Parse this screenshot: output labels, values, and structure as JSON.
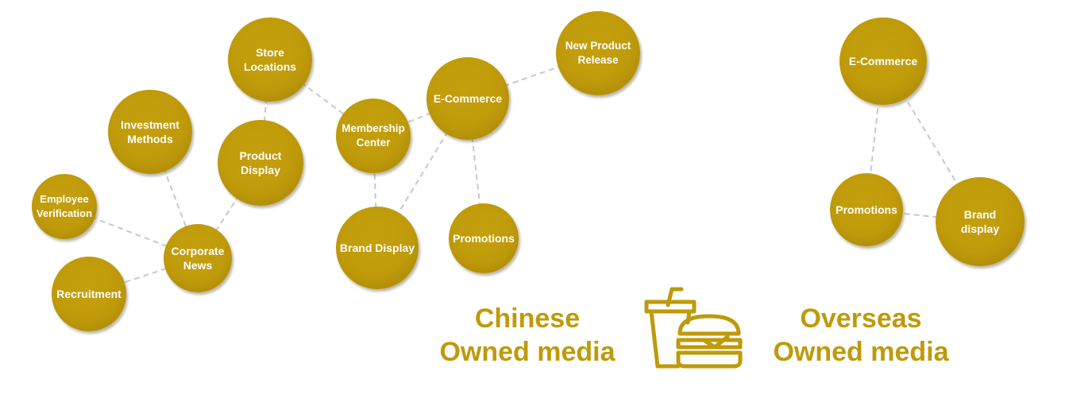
{
  "colors": {
    "gold": "#bf9a0a",
    "connector": "#c8c8c8",
    "node_text": "#ffffff"
  },
  "labels": {
    "chinese": "Chinese\nOwned media",
    "overseas": "Overseas\nOwned media"
  },
  "icon": "fast-food-icon",
  "nodes": [
    {
      "id": "employee-verification",
      "label": "Employee\nVerification"
    },
    {
      "id": "recruitment",
      "label": "Recruitment"
    },
    {
      "id": "investment-methods",
      "label": "Investment\nMethods"
    },
    {
      "id": "corporate-news",
      "label": "Corporate\nNews"
    },
    {
      "id": "store-locations",
      "label": "Store\nLocations"
    },
    {
      "id": "product-display",
      "label": "Product\nDisplay"
    },
    {
      "id": "membership-center",
      "label": "Membership\nCenter"
    },
    {
      "id": "brand-display",
      "label": "Brand Display"
    },
    {
      "id": "e-commerce-cn",
      "label": "E-Commerce"
    },
    {
      "id": "promotions-cn",
      "label": "Promotions"
    },
    {
      "id": "new-product-release",
      "label": "New Product\nRelease"
    },
    {
      "id": "e-commerce-os",
      "label": "E-Commerce"
    },
    {
      "id": "promotions-os",
      "label": "Promotions"
    },
    {
      "id": "brand-display-os",
      "label": "Brand\ndisplay"
    }
  ],
  "edges": [
    [
      "employee-verification",
      "corporate-news"
    ],
    [
      "recruitment",
      "corporate-news"
    ],
    [
      "investment-methods",
      "corporate-news"
    ],
    [
      "product-display",
      "corporate-news"
    ],
    [
      "store-locations",
      "product-display"
    ],
    [
      "store-locations",
      "membership-center"
    ],
    [
      "membership-center",
      "brand-display"
    ],
    [
      "membership-center",
      "e-commerce-cn"
    ],
    [
      "e-commerce-cn",
      "brand-display"
    ],
    [
      "e-commerce-cn",
      "promotions-cn"
    ],
    [
      "e-commerce-cn",
      "new-product-release"
    ],
    [
      "e-commerce-os",
      "promotions-os"
    ],
    [
      "e-commerce-os",
      "brand-display-os"
    ],
    [
      "promotions-os",
      "brand-display-os"
    ]
  ]
}
